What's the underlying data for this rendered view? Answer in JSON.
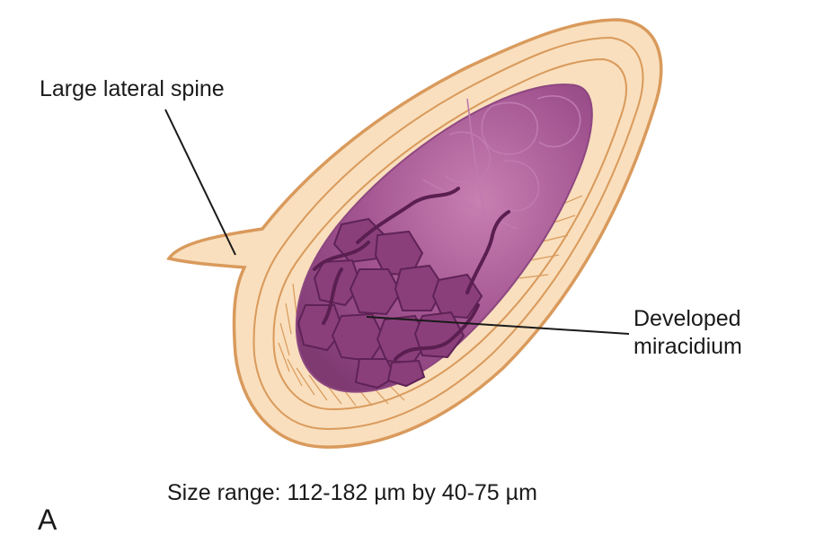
{
  "labels": {
    "lateral_spine": "Large lateral spine",
    "miracidium_line1": "Developed",
    "miracidium_line2": "miracidium",
    "size_range": "Size range: 112-182 µm by 40-75 µm",
    "panel_letter": "A"
  },
  "colors": {
    "shell_fill": "#f9dfbd",
    "shell_stroke": "#d99a5c",
    "miracidium": "#a25490",
    "miracidium_dark": "#6f2d63",
    "leader_line": "#1a1a1a"
  }
}
